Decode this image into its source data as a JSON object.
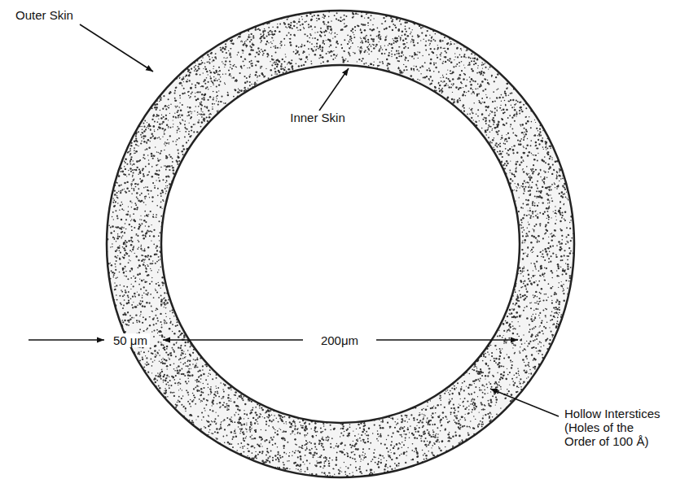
{
  "diagram": {
    "labels": [
      "Outer Skin",
      "Inner Skin",
      "50 μm",
      "200μm",
      "Hollow Interstices (Holes of the Order of 100 Å)"
    ]
  }
}
